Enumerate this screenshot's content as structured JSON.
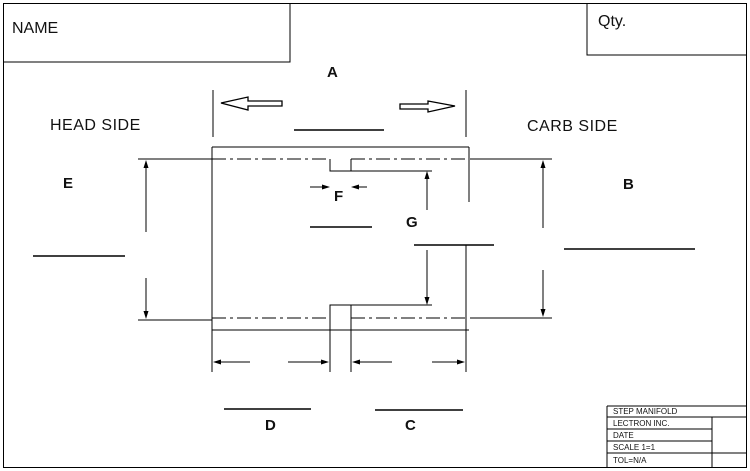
{
  "header": {
    "name_label": "NAME",
    "qty_label": "Qty."
  },
  "sides": {
    "head_side": "HEAD SIDE",
    "carb_side": "CARB SIDE"
  },
  "dimensions": {
    "a": "A",
    "b": "B",
    "c": "C",
    "d": "D",
    "e": "E",
    "f": "F",
    "g": "G"
  },
  "title_block": {
    "title": "STEP MANIFOLD",
    "company": "LECTRON INC.",
    "date_label": "DATE",
    "scale": "SCALE 1=1",
    "tolerance": "TOL=N/A"
  }
}
